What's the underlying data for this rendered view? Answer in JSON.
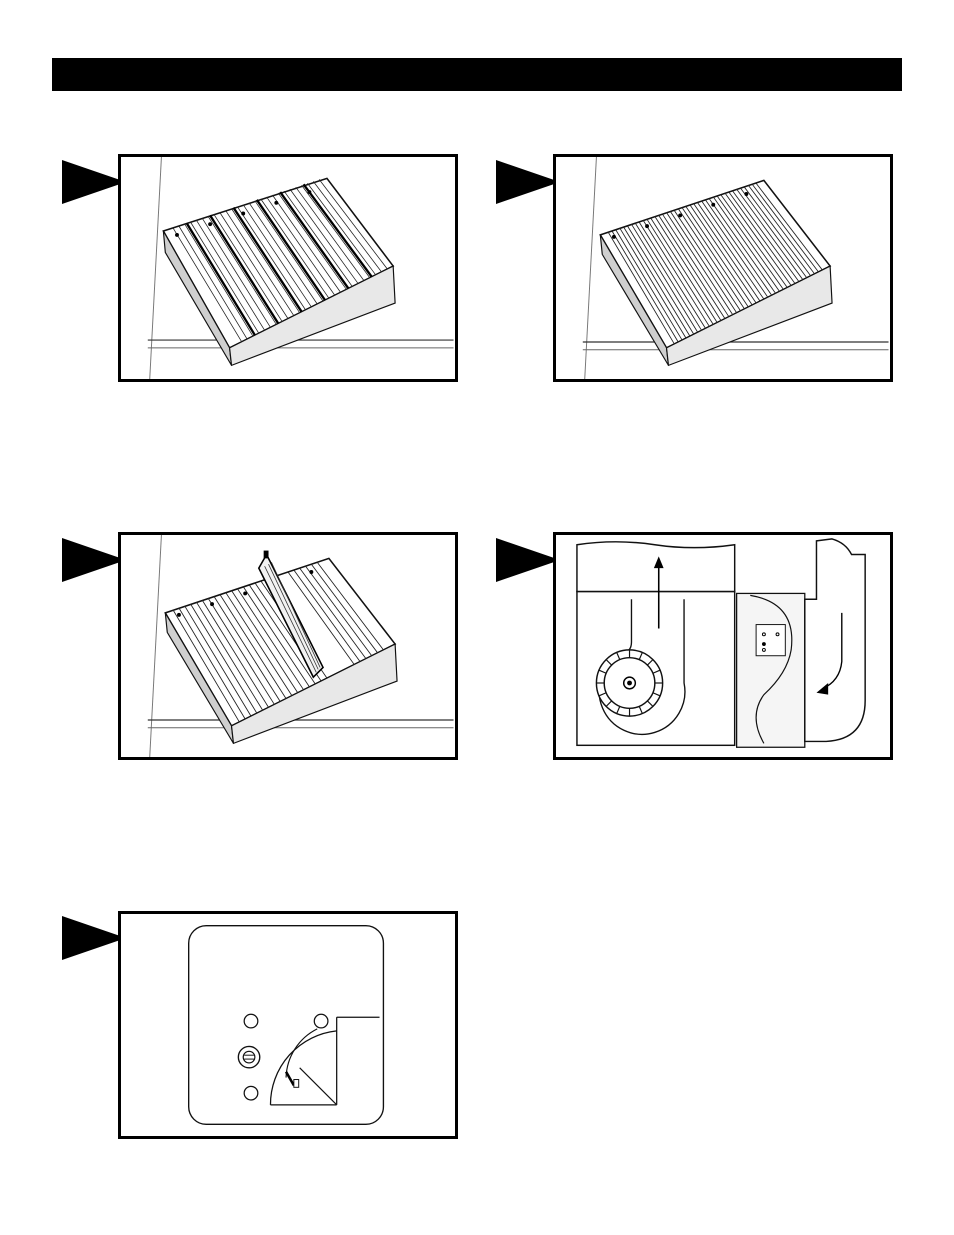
{
  "page": {
    "header_title": "",
    "colors": {
      "ink": "#000000",
      "paper": "#ffffff",
      "line": "#1a1a1a"
    }
  },
  "figures": [
    {
      "id": "filter-pleats-separated",
      "icon": "pleated-filter-icon"
    },
    {
      "id": "filter-pleats-closed",
      "icon": "pleated-filter-icon"
    },
    {
      "id": "filter-pleat-raised",
      "icon": "pleated-filter-icon"
    },
    {
      "id": "blower-airflow",
      "icon": "blower-wheel-icon"
    },
    {
      "id": "control-dial",
      "icon": "control-dial-icon"
    }
  ]
}
